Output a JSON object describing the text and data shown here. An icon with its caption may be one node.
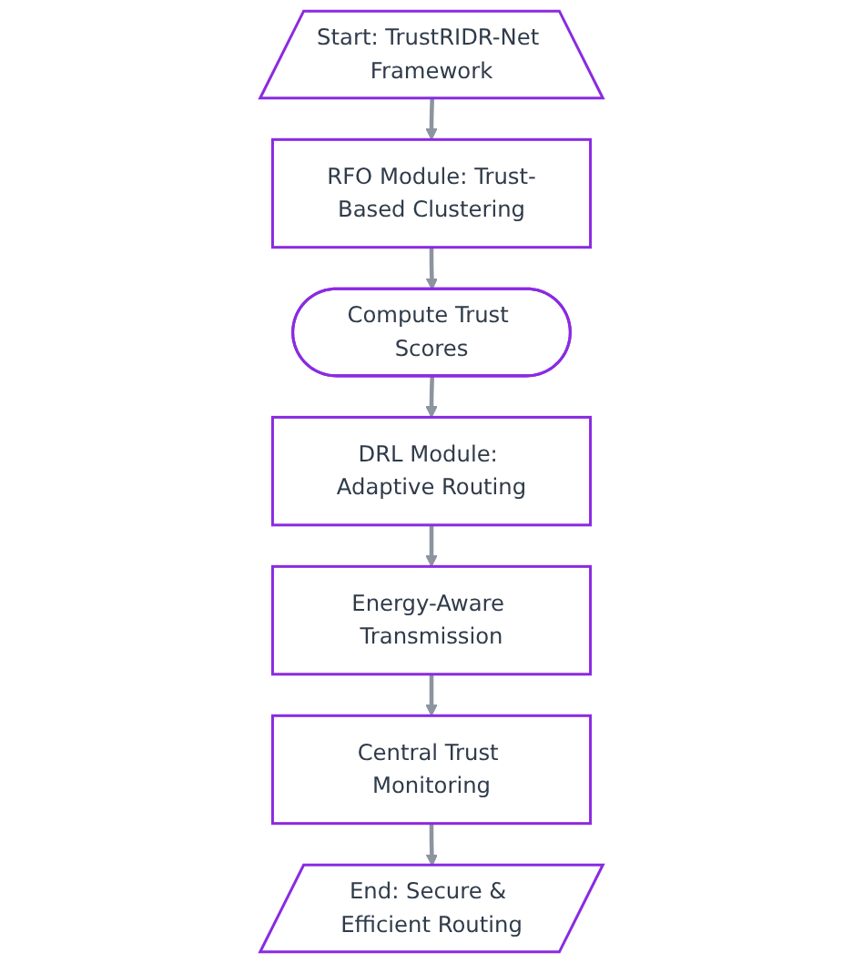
{
  "diagram": {
    "nodes": [
      {
        "text": [
          "Start: TrustRIDR-Net Framework"
        ]
      },
      {
        "text": [
          "RFO Module: Trust-Based Clustering"
        ]
      },
      {
        "text": [
          "Compute Trust Scores"
        ]
      },
      {
        "text": [
          "DRL Module: Adaptive Routing"
        ]
      },
      {
        "text": [
          "Energy-Aware Transmission"
        ]
      },
      {
        "text": [
          "Central Trust Monitoring"
        ]
      },
      {
        "text": [
          "End: Secure & Efficient Routing"
        ]
      }
    ],
    "edges": [
      {
        "from": 0,
        "to": 1,
        "arrow": "to"
      },
      {
        "from": 1,
        "to": 2,
        "arrow": "to"
      },
      {
        "from": 2,
        "to": 3,
        "arrow": "to"
      },
      {
        "from": 3,
        "to": 4,
        "arrow": "to"
      },
      {
        "from": 4,
        "to": 5,
        "arrow": "to"
      },
      {
        "from": 5,
        "to": 6,
        "arrow": "to"
      }
    ]
  }
}
